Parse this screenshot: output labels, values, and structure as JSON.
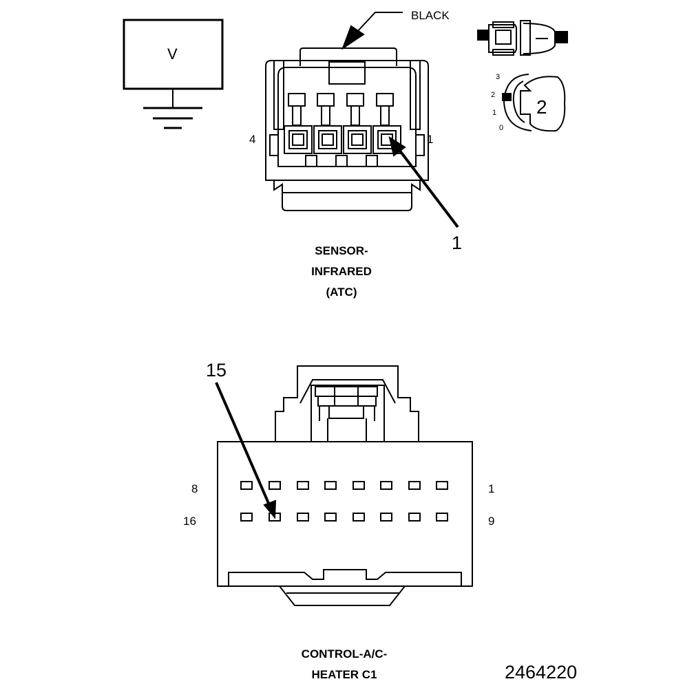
{
  "voltmeter": {
    "symbol": "V"
  },
  "sensor_connector": {
    "color_label": "BLACK",
    "pin_left": "4",
    "pin_right": "1",
    "callout": "1",
    "caption": [
      "SENSOR-",
      "INFRARED",
      "(ATC)"
    ]
  },
  "probe_diagram": {
    "scale": [
      "3",
      "2",
      "1",
      "0"
    ],
    "callout": "2"
  },
  "control_connector": {
    "callout": "15",
    "row1_left": "8",
    "row1_right": "1",
    "row2_left": "16",
    "row2_right": "9",
    "caption": [
      "CONTROL-A/C-",
      "HEATER C1"
    ]
  },
  "figure_number": "2464220"
}
